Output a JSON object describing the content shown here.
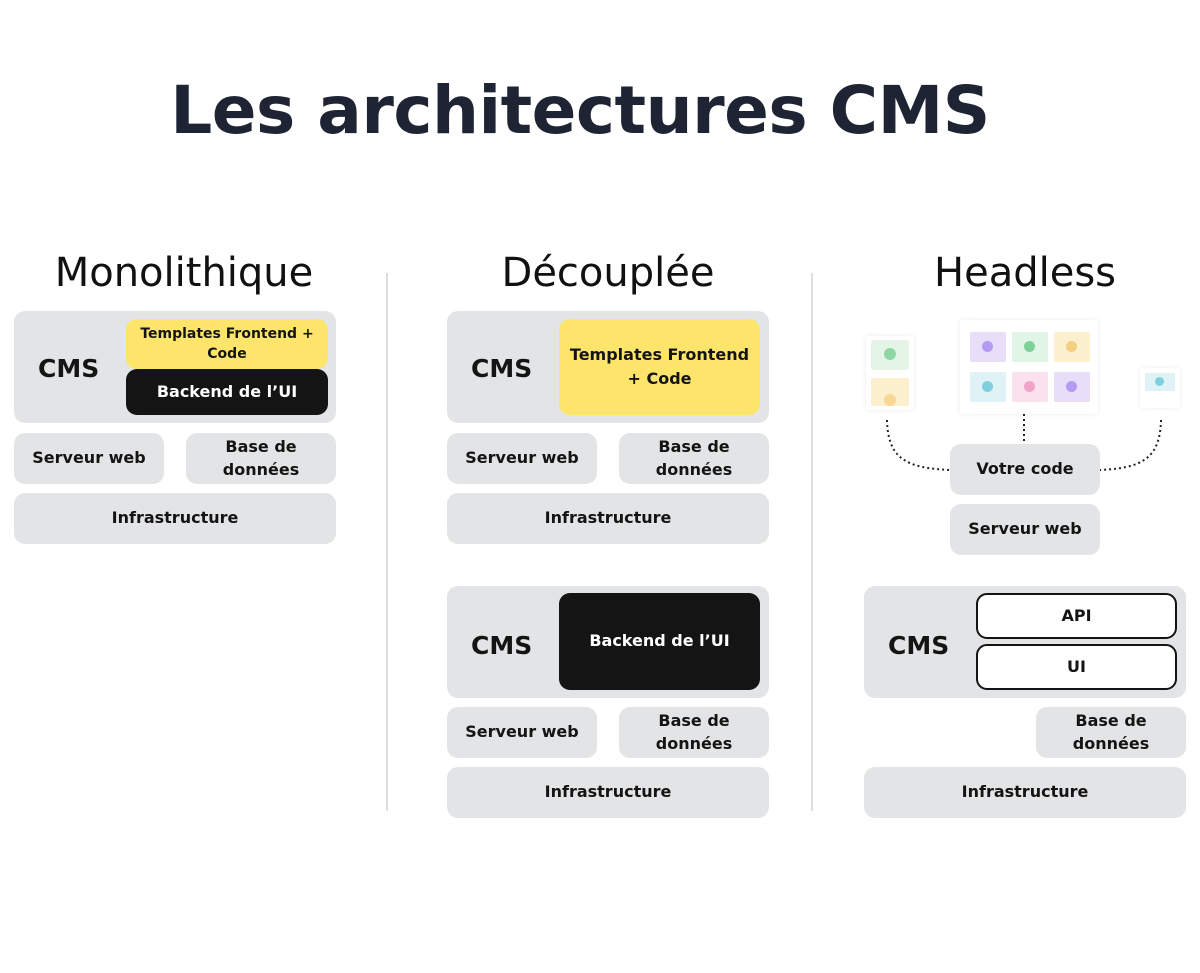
{
  "title": "Les architectures CMS",
  "columns": [
    {
      "heading": "Monolithique",
      "cms_label": "CMS",
      "templates": "Templates Frontend + Code",
      "backend": "Backend de l’UI",
      "server": "Serveur web",
      "database": "Base de données",
      "infrastructure": "Infrastructure"
    },
    {
      "heading": "Découplée",
      "stack1": {
        "cms_label": "CMS",
        "templates": "Templates Frontend + Code",
        "server": "Serveur web",
        "database": "Base de données",
        "infrastructure": "Infrastructure"
      },
      "stack2": {
        "cms_label": "CMS",
        "backend": "Backend de l’UI",
        "server": "Serveur web",
        "database": "Base de données",
        "infrastructure": "Infrastructure"
      }
    },
    {
      "heading": "Headless",
      "your_code": "Votre code",
      "server": "Serveur web",
      "cms_label": "CMS",
      "api": "API",
      "ui": "UI",
      "database": "Base de données",
      "infrastructure": "Infrastructure"
    }
  ],
  "colors": {
    "title": "#1e2433",
    "box_gray": "#e3e4e6",
    "yellow": "#fde56b",
    "black": "#141414"
  }
}
